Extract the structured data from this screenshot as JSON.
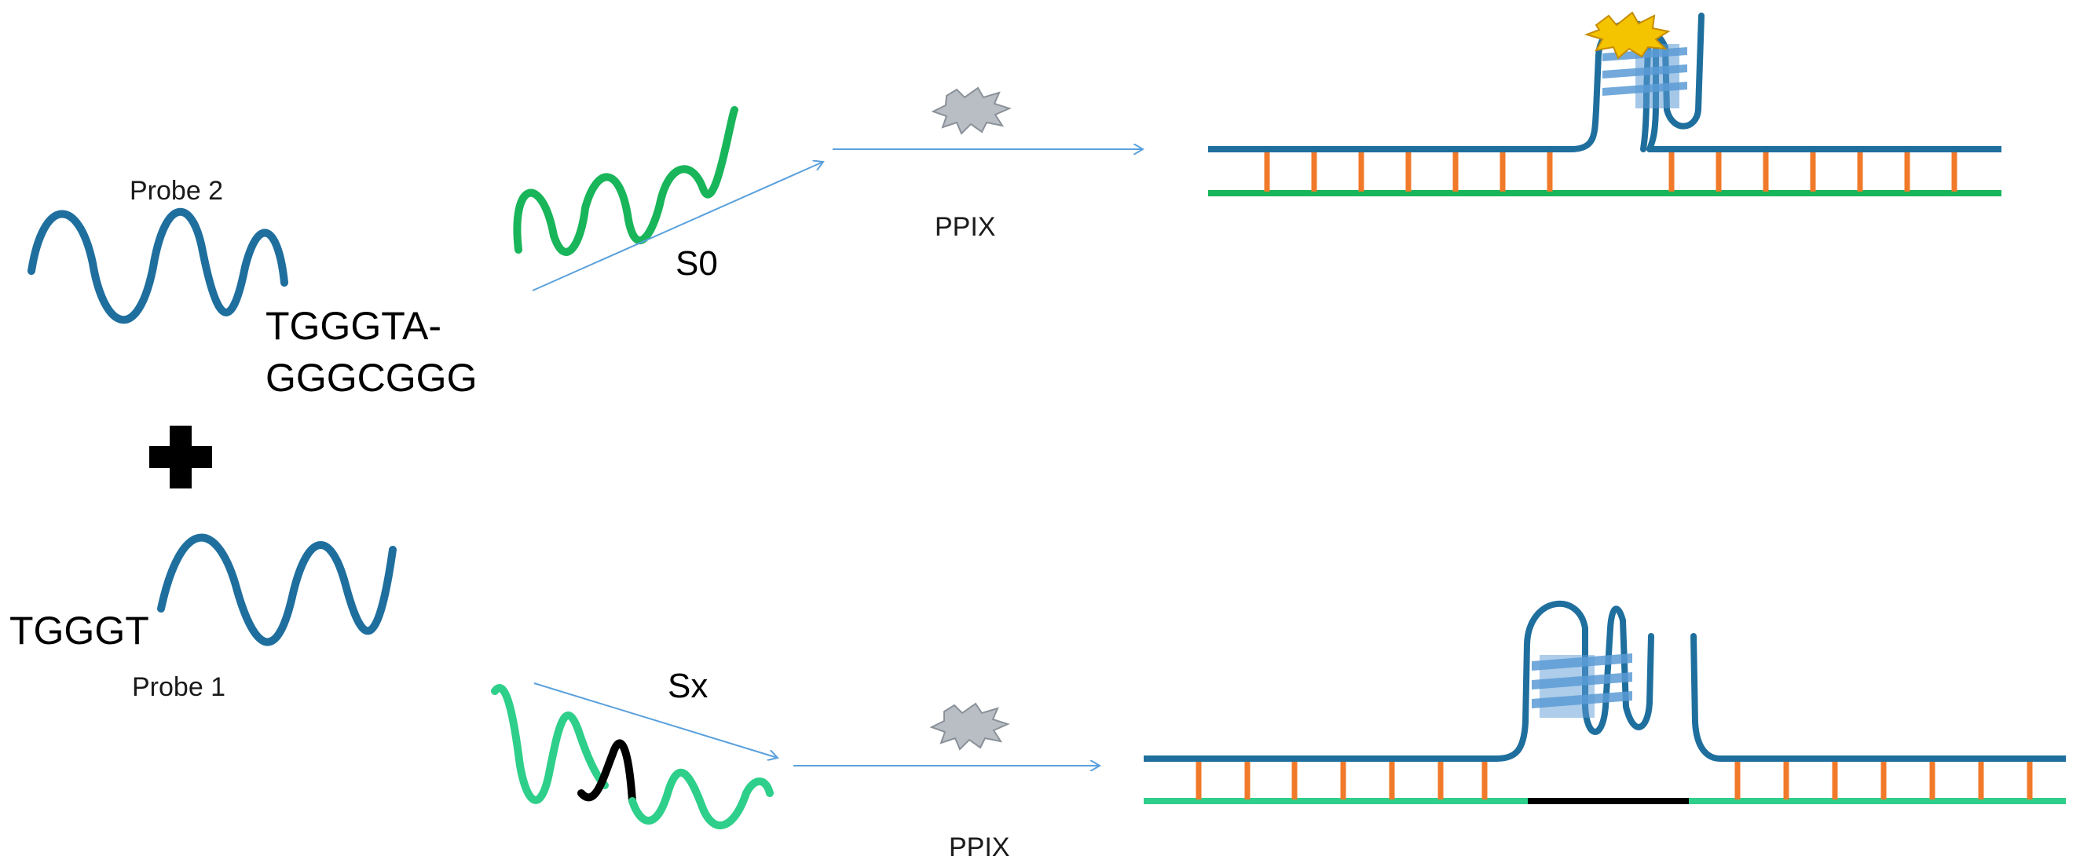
{
  "labels": {
    "probe2": "Probe 2",
    "probe1": "Probe 1",
    "probe2_seq_line1": "TGGGTA-",
    "probe2_seq_line2": "GGGCGGG",
    "probe1_seq": "TGGGT",
    "target_s0": "S0",
    "target_sx": "Sx",
    "dye_top": "PPIX",
    "dye_bottom": "PPIX"
  },
  "colors": {
    "probe_strand": "#1f6f9e",
    "target_strand_top": "#19b55a",
    "target_strand_bottom": "#2ecf8a",
    "mismatch_segment": "#000000",
    "base_pair": "#f07a2a",
    "arrow": "#5aa0dc",
    "quadruplex_plate": "#5b9bd5",
    "dye_inactive": "#b8bec4",
    "dye_active": "#f5c400",
    "plus_sign": "#000000"
  },
  "icons": {
    "plus": "plus-icon",
    "dye": "ppix-star-icon"
  }
}
